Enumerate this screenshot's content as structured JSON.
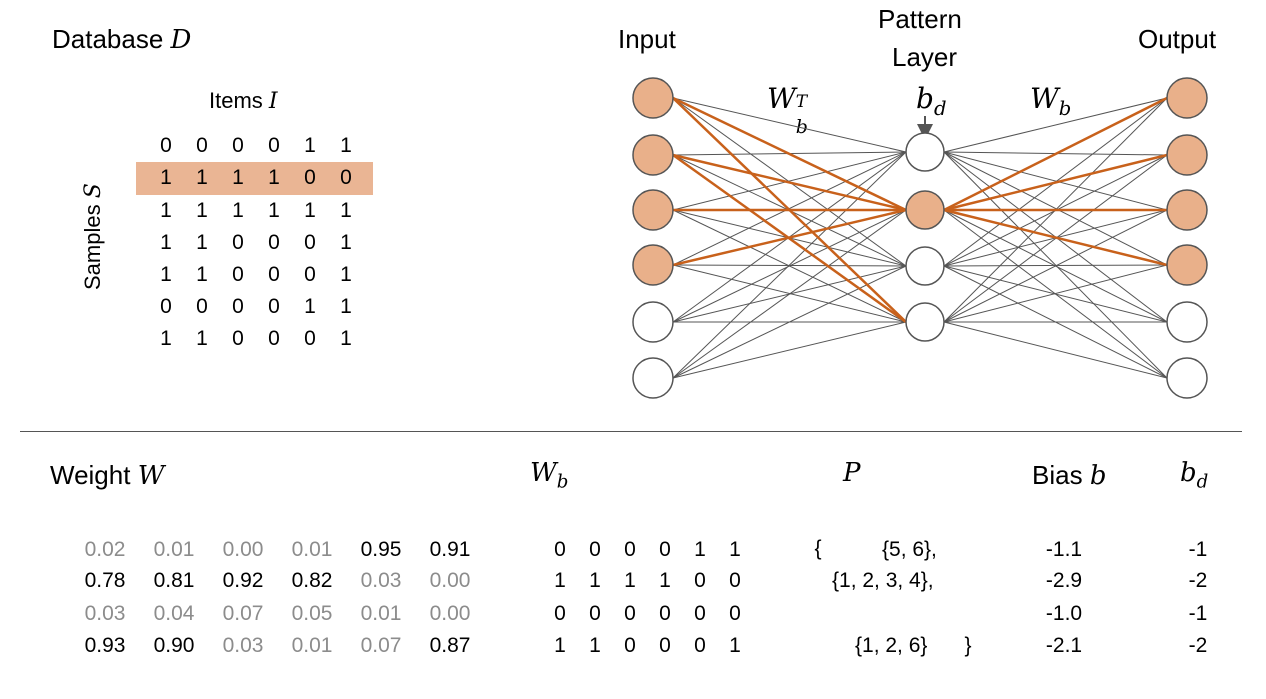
{
  "database": {
    "title": "Database ",
    "title_var": "D",
    "items_label": "Items ",
    "items_var": "I",
    "samples_label": "Samples ",
    "samples_var": "S",
    "highlighted_row": 1,
    "rows": [
      [
        0,
        0,
        0,
        0,
        1,
        1
      ],
      [
        1,
        1,
        1,
        1,
        0,
        0
      ],
      [
        1,
        1,
        1,
        1,
        1,
        1
      ],
      [
        1,
        1,
        0,
        0,
        0,
        1
      ],
      [
        1,
        1,
        0,
        0,
        0,
        1
      ],
      [
        0,
        0,
        0,
        0,
        1,
        1
      ],
      [
        1,
        1,
        0,
        0,
        0,
        1
      ]
    ]
  },
  "network": {
    "input_label": "Input",
    "pattern_label_line1": "Pattern",
    "pattern_label_line2": "Layer",
    "output_label": "Output",
    "wbt_label": "W",
    "wbt_sub": "b",
    "wbt_sup": "T",
    "bd_label": "b",
    "bd_sub": "d",
    "wb_label": "W",
    "wb_sub": "b",
    "input_active": [
      true,
      true,
      true,
      true,
      false,
      false
    ],
    "pattern_active": [
      false,
      true,
      false,
      false
    ],
    "output_active": [
      true,
      true,
      true,
      true,
      false,
      false
    ],
    "highlighted_edges_in": [
      [
        0,
        1
      ],
      [
        1,
        1
      ],
      [
        2,
        1
      ],
      [
        3,
        1
      ],
      [
        0,
        3
      ],
      [
        1,
        3
      ]
    ],
    "highlighted_edges_out": [
      [
        1,
        0
      ],
      [
        1,
        1
      ],
      [
        1,
        2
      ],
      [
        1,
        3
      ]
    ],
    "colors": {
      "active_fill": "#e9b08a",
      "highlight_edge": "#c8611b",
      "normal_edge": "#555555",
      "node_stroke": "#555555"
    }
  },
  "weights": {
    "title": "Weight ",
    "title_var": "W",
    "values": [
      [
        "0.02",
        "0.01",
        "0.00",
        "0.01",
        "0.95",
        "0.91"
      ],
      [
        "0.78",
        "0.81",
        "0.92",
        "0.82",
        "0.03",
        "0.00"
      ],
      [
        "0.03",
        "0.04",
        "0.07",
        "0.05",
        "0.01",
        "0.00"
      ],
      [
        "0.93",
        "0.90",
        "0.03",
        "0.01",
        "0.07",
        "0.87"
      ]
    ],
    "dim": [
      [
        true,
        true,
        true,
        true,
        false,
        false
      ],
      [
        false,
        false,
        false,
        false,
        true,
        true
      ],
      [
        true,
        true,
        true,
        true,
        true,
        true
      ],
      [
        false,
        false,
        true,
        true,
        true,
        false
      ]
    ]
  },
  "wb": {
    "title": "W",
    "title_sub": "b",
    "rows": [
      [
        0,
        0,
        0,
        0,
        1,
        1
      ],
      [
        1,
        1,
        1,
        1,
        0,
        0
      ],
      [
        0,
        0,
        0,
        0,
        0,
        0
      ],
      [
        1,
        1,
        0,
        0,
        0,
        1
      ]
    ]
  },
  "p": {
    "title": "P",
    "open_brace": "{",
    "close_brace": "}",
    "rows": [
      "{5, 6},",
      "{1, 2, 3, 4},",
      "",
      "{1, 2, 6}"
    ]
  },
  "bias": {
    "title": "Bias ",
    "title_var": "b",
    "values": [
      "-1.1",
      "-2.9",
      "-1.0",
      "-2.1"
    ]
  },
  "bd": {
    "title": "b",
    "title_sub": "d",
    "values": [
      "-1",
      "-2",
      "-1",
      "-2"
    ]
  }
}
